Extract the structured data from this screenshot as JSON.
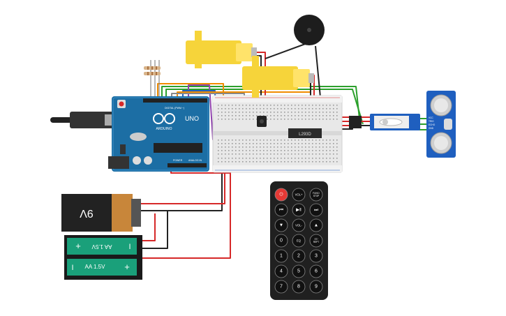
{
  "arduino": {
    "model": "UNO",
    "brand": "ARDUINO",
    "header_digital": "DIGITAL (PWM ~)",
    "header_power": "POWER",
    "header_analog": "ANALOG IN"
  },
  "chip": {
    "label": "L293D"
  },
  "battery_9v": {
    "label": "9V"
  },
  "battery_pack": {
    "cell_top": "AA 1.5V",
    "cell_bottom": "AA 1.5V",
    "plus": "+",
    "minus": "I"
  },
  "ultrasonic": {
    "pins": [
      "VCC",
      "TRIG",
      "ECHO",
      "GND"
    ]
  },
  "remote": {
    "buttons": [
      {
        "id": "power",
        "label": "⏻",
        "kind": "power"
      },
      {
        "id": "vol-up",
        "label": "VOL+",
        "kind": "text"
      },
      {
        "id": "func-stop",
        "label": "FUNC/\nSTOP",
        "kind": "text"
      },
      {
        "id": "prev",
        "label": "⏮",
        "kind": "glyph"
      },
      {
        "id": "play-pause",
        "label": "▶‖",
        "kind": "glyph"
      },
      {
        "id": "next",
        "label": "⏭",
        "kind": "glyph"
      },
      {
        "id": "down",
        "label": "▼",
        "kind": "glyph"
      },
      {
        "id": "vol-down",
        "label": "VOL-",
        "kind": "text"
      },
      {
        "id": "up",
        "label": "▲",
        "kind": "glyph"
      },
      {
        "id": "zero",
        "label": "0",
        "kind": "num"
      },
      {
        "id": "eq",
        "label": "EQ",
        "kind": "text"
      },
      {
        "id": "st-rept",
        "label": "ST/\nREPT",
        "kind": "text"
      },
      {
        "id": "one",
        "label": "1",
        "kind": "num"
      },
      {
        "id": "two",
        "label": "2",
        "kind": "num"
      },
      {
        "id": "three",
        "label": "3",
        "kind": "num"
      },
      {
        "id": "four",
        "label": "4",
        "kind": "num"
      },
      {
        "id": "five",
        "label": "5",
        "kind": "num"
      },
      {
        "id": "six",
        "label": "6",
        "kind": "num"
      },
      {
        "id": "seven",
        "label": "7",
        "kind": "num"
      },
      {
        "id": "eight",
        "label": "8",
        "kind": "num"
      },
      {
        "id": "nine",
        "label": "9",
        "kind": "num"
      }
    ]
  },
  "colors": {
    "arduino_board": "#1c6ea4",
    "breadboard": "#e8e8e8",
    "motor_yellow": "#f6d43a",
    "wire_red": "#d62828",
    "wire_black": "#222222",
    "wire_green": "#2ca02c",
    "wire_orange": "#f08c00",
    "wire_blue": "#1f5fbf",
    "wire_purple": "#8e44ad",
    "battery_copper": "#c8863a",
    "remote_body": "#202020",
    "power_button": "#e53935"
  }
}
